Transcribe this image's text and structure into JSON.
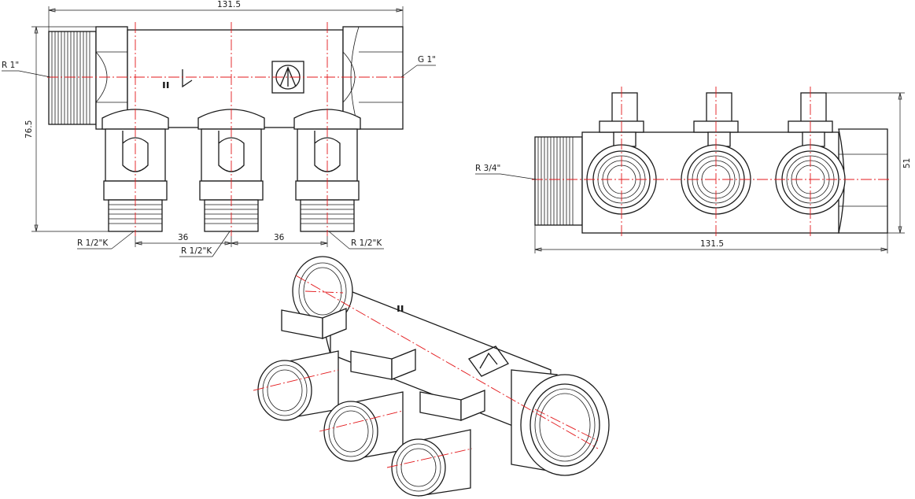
{
  "front_view": {
    "dim_total_length": "131.5",
    "dim_height": "76.5",
    "dim_spacing_left": "36",
    "dim_spacing_right": "36",
    "label_inlet_male": "R 1\"",
    "label_outlet_female": "G 1\"",
    "label_branch_left": "R 1/2\"K",
    "label_branch_middle": "R 1/2\"K",
    "label_branch_right": "R 1/2\"K",
    "marking_text": "ıı"
  },
  "top_view": {
    "dim_total_length": "131.5",
    "dim_height": "51",
    "label_inlet": "R 3/4\""
  },
  "colors": {
    "outline": "#1a1a1a",
    "centerline": "#e3191c"
  }
}
